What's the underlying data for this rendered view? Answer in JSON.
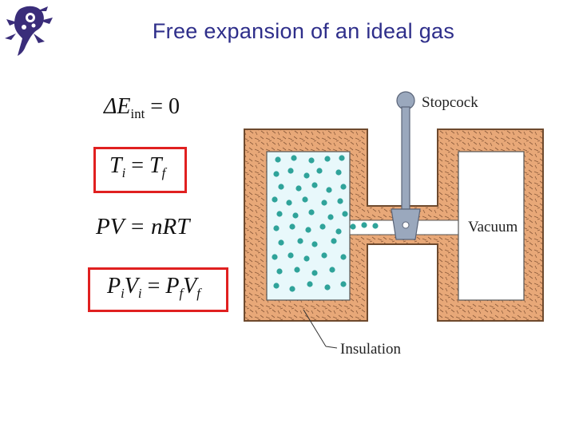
{
  "title": "Free expansion of an ideal gas",
  "equations": {
    "eq1": {
      "lhs": "ΔE",
      "sub": "int",
      "rhs": "= 0"
    },
    "eq2": {
      "a": "T",
      "a_sub": "i",
      "op": "=",
      "b": "T",
      "b_sub": "f",
      "highlighted": true
    },
    "eq3": {
      "text": "PV = nRT"
    },
    "eq4": {
      "p1": "P",
      "p1_sub": "i",
      "v1": "V",
      "v1_sub": "i",
      "op": "=",
      "p2": "P",
      "p2_sub": "f",
      "v2": "V",
      "v2_sub": "f",
      "highlighted": true
    }
  },
  "diagram": {
    "labels": {
      "stopcock": "Stopcock",
      "vacuum": "Vacuum",
      "insulation": "Insulation"
    },
    "colors": {
      "insulation": "#e8a878",
      "gas_particle": "#2fa39a",
      "gas_background": "#e8f8fb",
      "highlight_box": "#e02020",
      "title": "#2e2e8a",
      "valve": "#9aa8bd"
    }
  }
}
